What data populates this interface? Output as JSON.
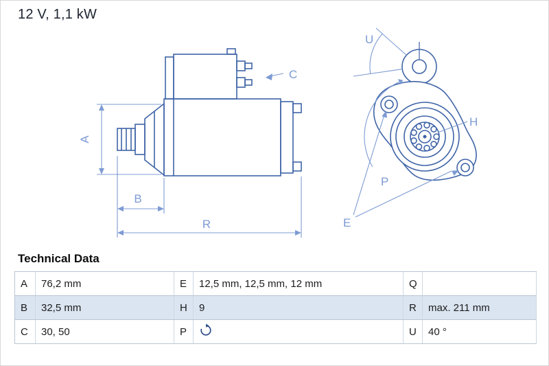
{
  "header": {
    "title": "12 V, 1,1 kW"
  },
  "diagram": {
    "labels": {
      "a": "A",
      "b": "B",
      "c": "C",
      "r": "R",
      "u": "U",
      "h": "H",
      "p": "P",
      "e": "E"
    }
  },
  "colors": {
    "drawing_line": "#3f64a7",
    "dimension_line": "#7d9bd3",
    "table_row_alt": "#dbe5f1"
  },
  "table": {
    "title": "Technical Data",
    "rows": [
      {
        "cells": [
          {
            "key": "A",
            "value": "76,2 mm"
          },
          {
            "key": "E",
            "value": "12,5 mm, 12,5 mm, 12 mm"
          },
          {
            "key": "Q",
            "value": ""
          }
        ]
      },
      {
        "cells": [
          {
            "key": "B",
            "value": "32,5 mm"
          },
          {
            "key": "H",
            "value": "9"
          },
          {
            "key": "R",
            "value": "max. 211 mm"
          }
        ]
      },
      {
        "cells": [
          {
            "key": "C",
            "value": "30, 50"
          },
          {
            "key": "P",
            "value": "",
            "icon": "rotation-icon"
          },
          {
            "key": "U",
            "value": "40 °"
          }
        ]
      }
    ]
  }
}
